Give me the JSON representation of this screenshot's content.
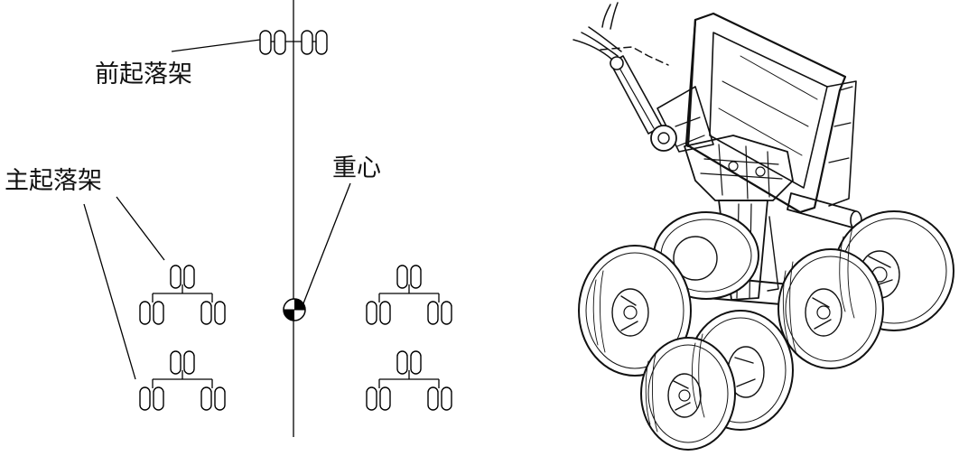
{
  "labels": {
    "nose_gear": "前起落架",
    "main_gear": "主起落架",
    "center_of_gravity": "重心"
  },
  "colors": {
    "ink": "#000000",
    "background": "#ffffff"
  }
}
